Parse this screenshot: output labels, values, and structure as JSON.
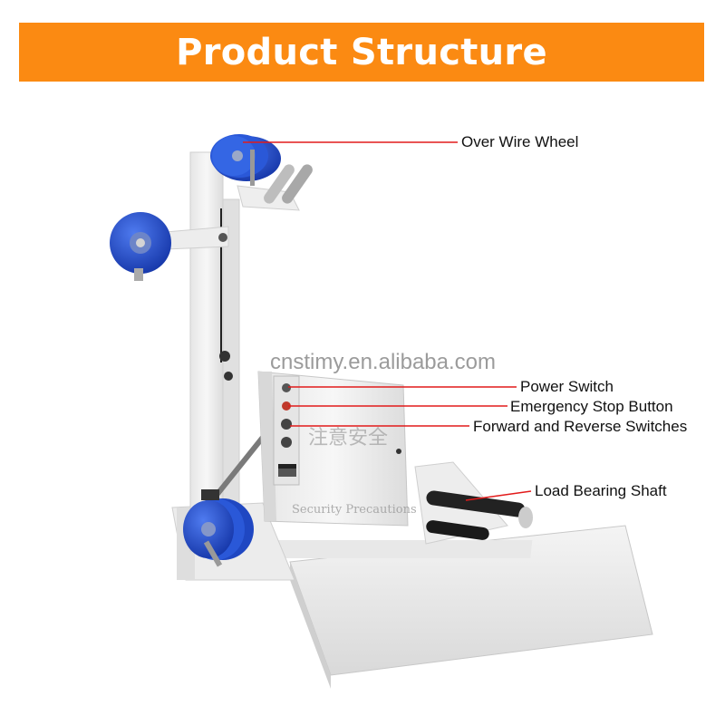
{
  "header": {
    "title": "Product Structure",
    "background_color": "#fb8a12"
  },
  "watermark": "cnstimy.en.alibaba.com",
  "panel_text": {
    "chinese_sign": "注意安全",
    "english_sign": "Security Precautions"
  },
  "callouts": [
    {
      "label": "Over Wire Wheel"
    },
    {
      "label": "Power Switch"
    },
    {
      "label": "Emergency Stop Button"
    },
    {
      "label": "Forward and Reverse Switches"
    },
    {
      "label": "Load Bearing Shaft"
    }
  ],
  "colors": {
    "line": "#e21b1b",
    "wheel": "#1f4fd1",
    "machine_body": "#f2f2f2",
    "machine_shadow": "#cfcfcf"
  }
}
